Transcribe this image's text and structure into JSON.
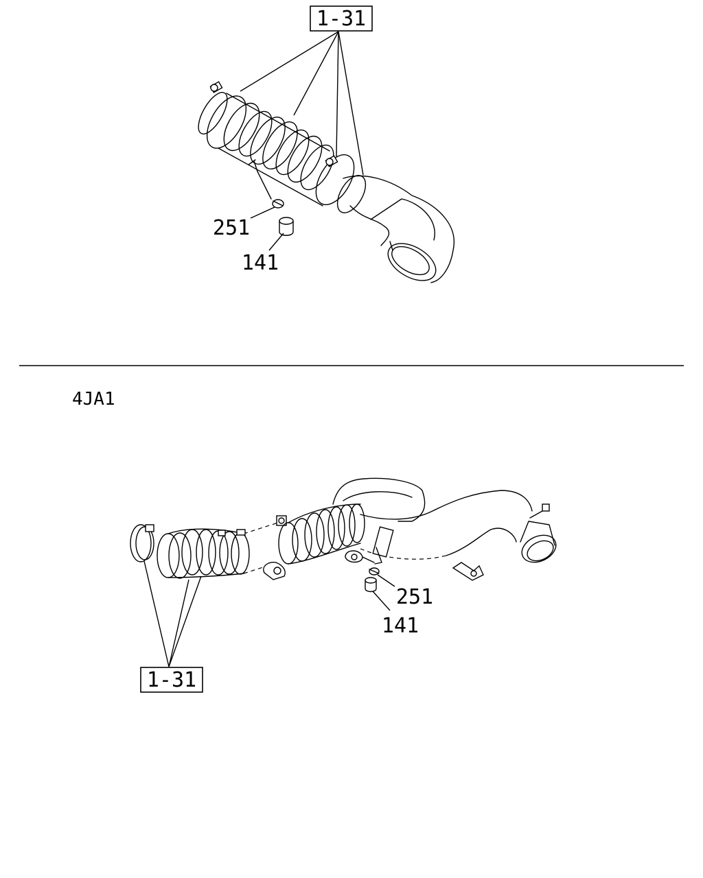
{
  "upper_diagram": {
    "ref_box_label": "1-31",
    "callout_251": "251",
    "callout_141": "141"
  },
  "lower_diagram": {
    "engine_label": "4JA1",
    "ref_box_label": "1-31",
    "callout_251": "251",
    "callout_141": "141"
  }
}
